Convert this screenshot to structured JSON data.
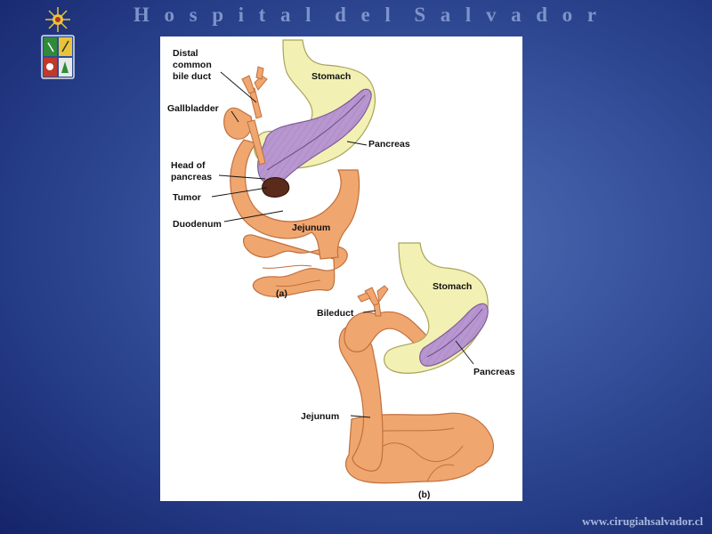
{
  "header": {
    "title_letters": [
      "H",
      "o",
      "s",
      "p",
      "i",
      "t",
      "a",
      "l",
      "d",
      "e",
      "l",
      "S",
      "a",
      "l",
      "v",
      "a",
      "d",
      "o",
      "r"
    ]
  },
  "footer": {
    "website": "www.cirugiahsalvador.cl"
  },
  "diagram": {
    "a": {
      "distal": "Distal",
      "common": "common",
      "bile_duct": "bile duct",
      "stomach": "Stomach",
      "gallbladder": "Gallbladder",
      "pancreas": "Pancreas",
      "head_of": "Head of",
      "pancreas_head": "pancreas",
      "tumor": "Tumor",
      "duodenum": "Duodenum",
      "jejunum": "Jejunum",
      "caption": "(a)"
    },
    "b": {
      "stomach": "Stomach",
      "bile_duct": "Bileduct",
      "pancreas": "Pancreas",
      "jejunum": "Jejunum",
      "caption": "(b)"
    }
  },
  "colors": {
    "stomach": "#f3f0b4",
    "intestine": "#f0a66f",
    "pancreas": "#b896cf",
    "tumor": "#5a2a1a"
  }
}
